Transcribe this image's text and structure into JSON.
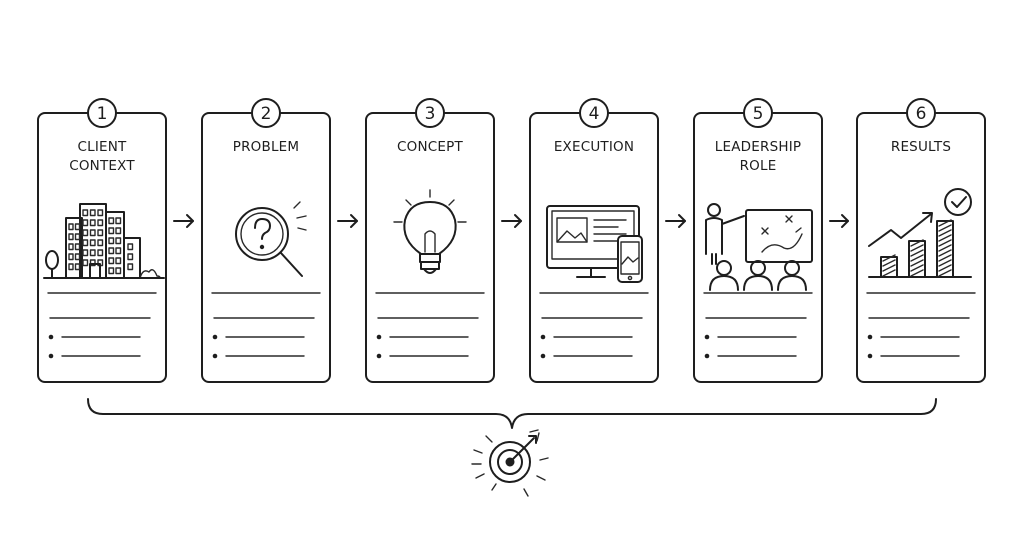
{
  "steps": [
    {
      "number": "1",
      "title_lines": [
        "CLIENT",
        "CONTEXT"
      ],
      "icon": "office-building-icon"
    },
    {
      "number": "2",
      "title_lines": [
        "PROBLEM"
      ],
      "icon": "magnifier-question-icon"
    },
    {
      "number": "3",
      "title_lines": [
        "CONCEPT"
      ],
      "icon": "lightbulb-icon"
    },
    {
      "number": "4",
      "title_lines": [
        "EXECUTION"
      ],
      "icon": "devices-icon"
    },
    {
      "number": "5",
      "title_lines": [
        "LEADERSHIP",
        "ROLE"
      ],
      "icon": "presenter-whiteboard-icon"
    },
    {
      "number": "6",
      "title_lines": [
        "RESULTS"
      ],
      "icon": "growth-chart-icon"
    }
  ],
  "connectors": {
    "arrow_icon": "arrow-right-icon"
  },
  "goal": {
    "icon": "target-arrow-icon"
  },
  "colors": {
    "ink": "#1e1e1e",
    "background": "#ffffff"
  }
}
